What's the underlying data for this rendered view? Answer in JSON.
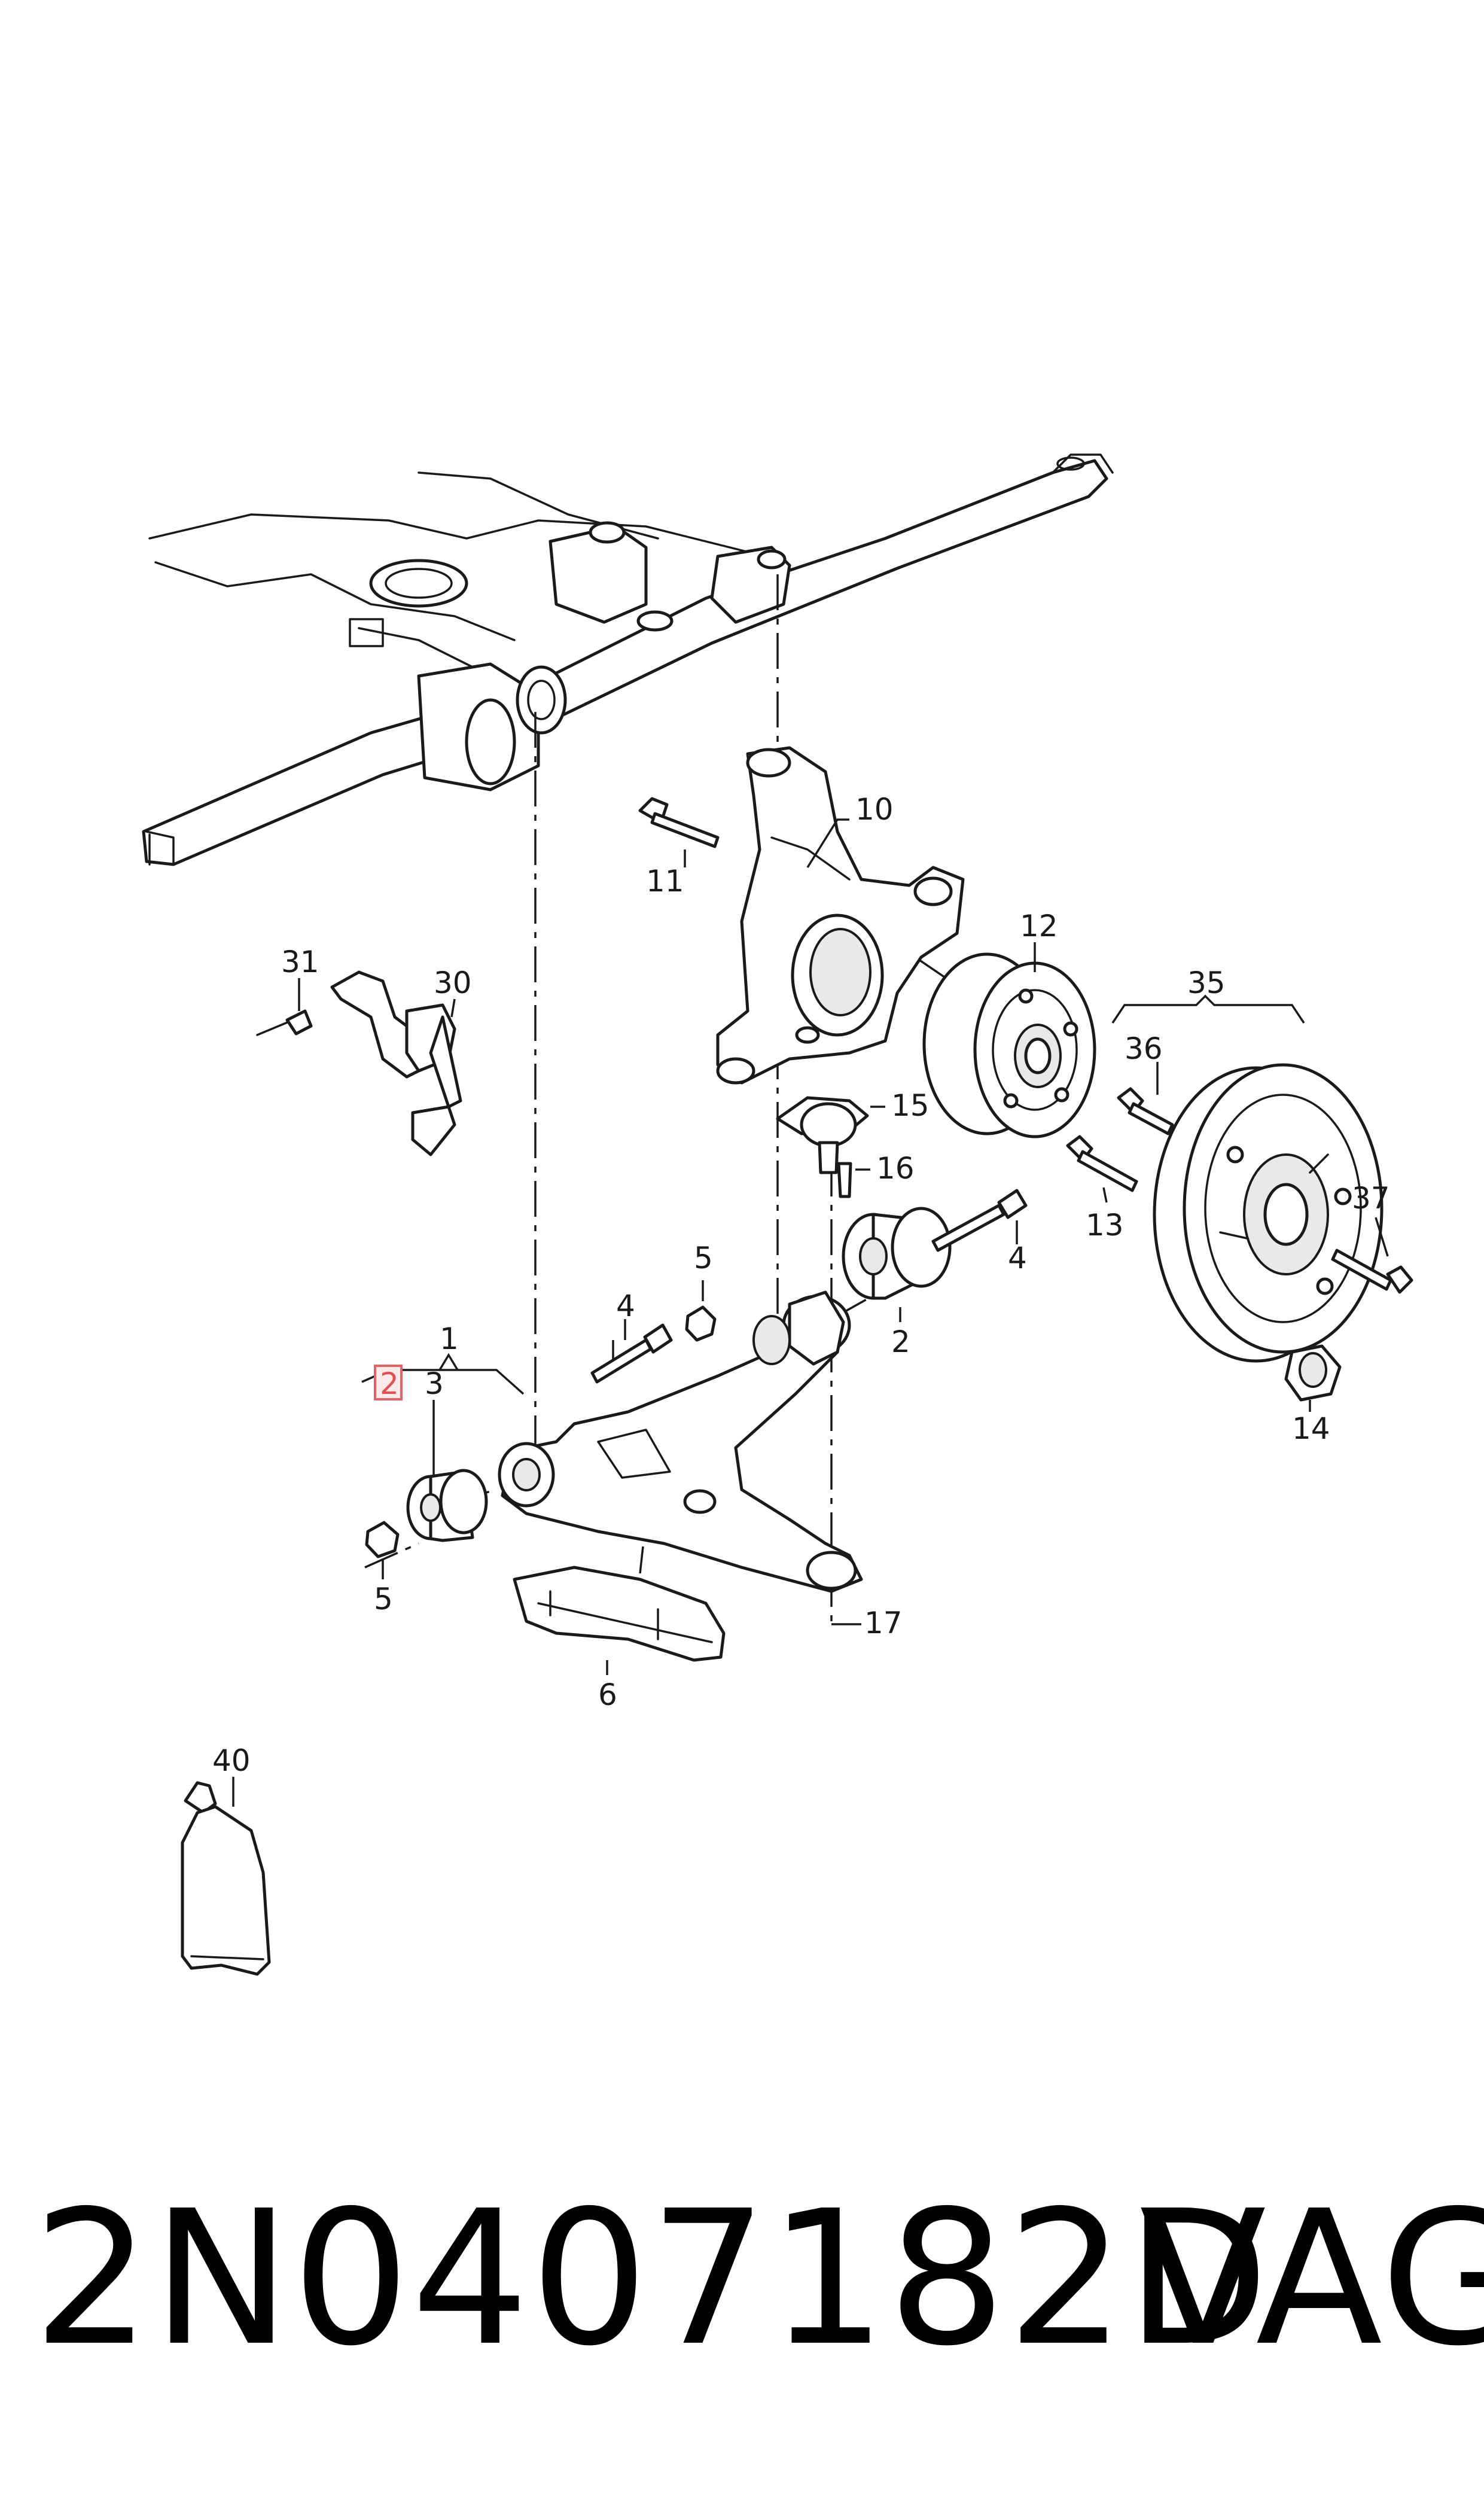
{
  "diagram": {
    "callouts": {
      "c1": "1",
      "c2": "2",
      "c2_highlight": "2",
      "c3": "3",
      "c4a": "4",
      "c4b": "4",
      "c5a": "5",
      "c5b": "5",
      "c6": "6",
      "c10": "10",
      "c11": "11",
      "c12": "12",
      "c13": "13",
      "c14": "14",
      "c15": "15",
      "c16": "16",
      "c17": "17",
      "c30": "30",
      "c31": "31",
      "c35": "35",
      "c36": "36",
      "c37": "37",
      "c40": "40"
    },
    "highlighted_callout": "2",
    "colors": {
      "line": "#1a1a1a",
      "highlight_fill": "#fde9e9",
      "highlight_stroke": "#e06666"
    }
  },
  "footer": {
    "part_number": "2N0407182D",
    "brand": "VAG"
  }
}
